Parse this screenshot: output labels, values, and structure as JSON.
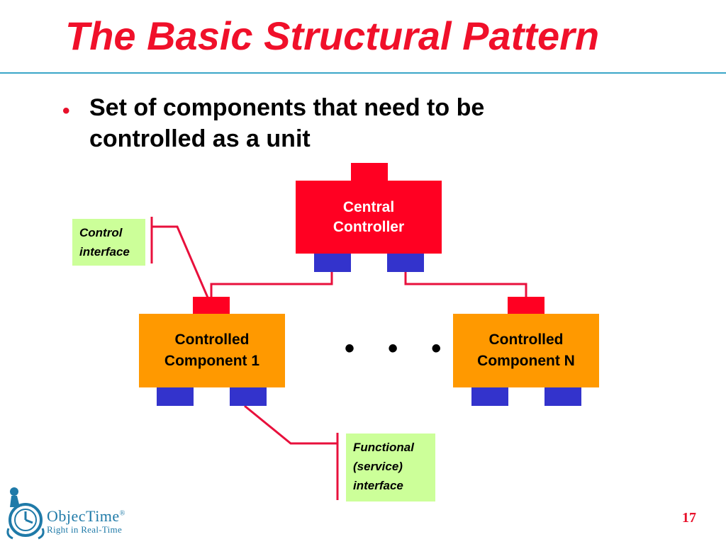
{
  "slide": {
    "title": "The Basic Structural Pattern",
    "bullet": "Set of components that need to be controlled as a unit",
    "page_number": "17"
  },
  "diagram": {
    "central": {
      "line1": "Central",
      "line2": "Controller"
    },
    "component_1": {
      "line1": "Controlled",
      "line2": "Component 1"
    },
    "component_n": {
      "line1": "Controlled",
      "line2": "Component N"
    },
    "ellipsis": "• • •",
    "control_callout": {
      "line1": "Control",
      "line2": "interface"
    },
    "functional_callout": {
      "line1": "Functional",
      "line2": "(service)",
      "line3": "interface"
    }
  },
  "logo": {
    "name": "ObjecTime",
    "registered": "®",
    "tagline": "Right in Real-Time"
  },
  "colors": {
    "title": "#f0102a",
    "controller": "#ff0022",
    "component": "#ff9900",
    "port_blue": "#3333cc",
    "callout": "#ccff99",
    "wire": "#e8103c"
  }
}
